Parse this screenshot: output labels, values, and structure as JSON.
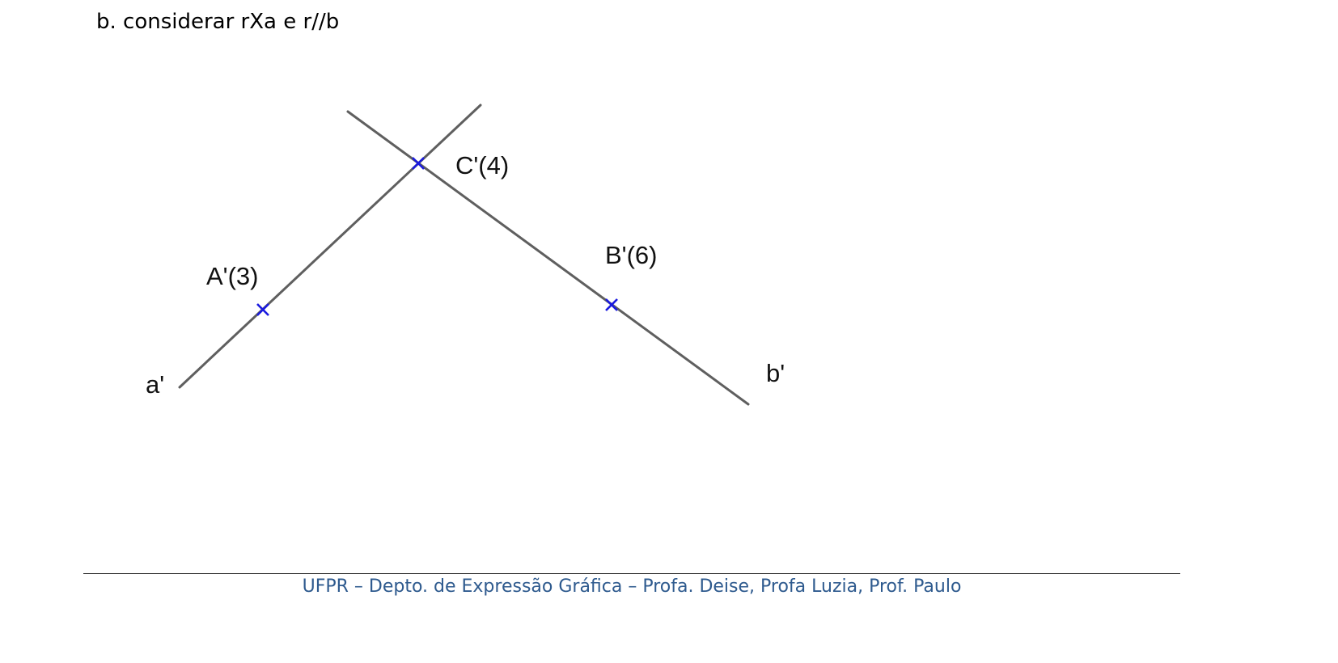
{
  "document": {
    "heading": "b. considerar rXa e r//b",
    "footer": "UFPR – Depto. de Expressão Gráfica – Profa. Deise, Profa Luzia, Prof. Paulo"
  },
  "diagram": {
    "line_labels": {
      "a": "a'",
      "b": "b'"
    },
    "point_labels": {
      "A": "A'(3)",
      "B": "B'(6)",
      "C": "C'(4)"
    }
  },
  "colors": {
    "line": "#5f5f5f",
    "point_marker": "#1a1adf",
    "footer_text": "#2e5a8e",
    "text": "#000000"
  }
}
